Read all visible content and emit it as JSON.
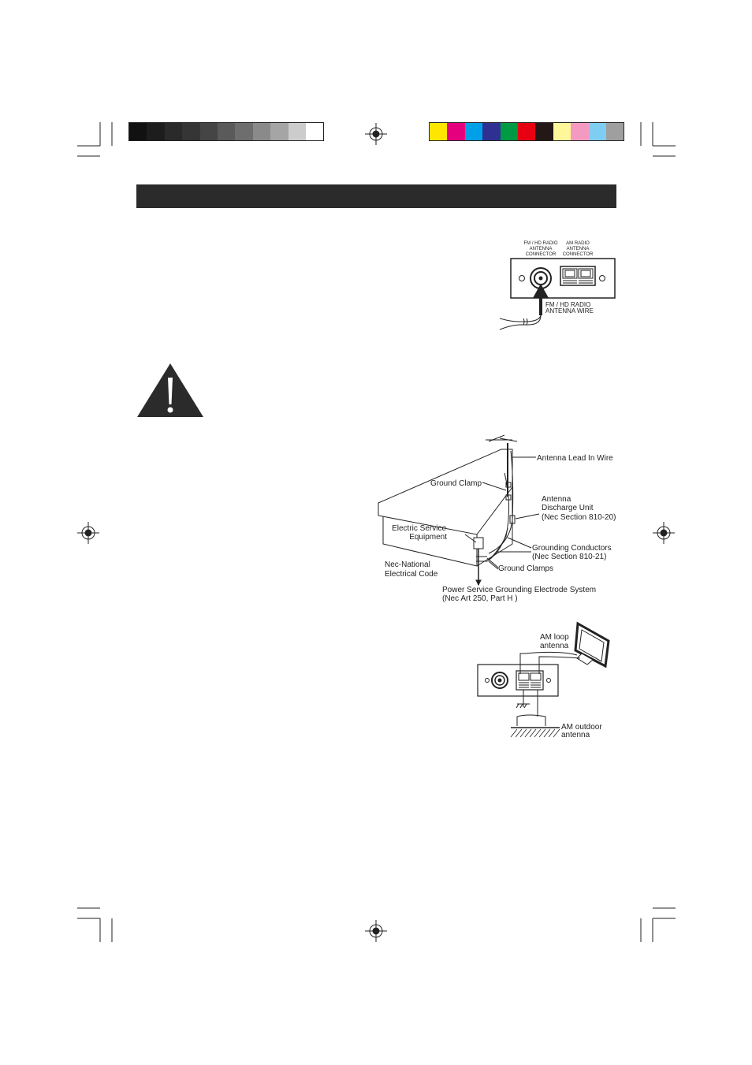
{
  "colors": {
    "gray_swatches": [
      "#111111",
      "#1d1d1d",
      "#2a2a2a",
      "#353535",
      "#454545",
      "#5a5a5a",
      "#6e6e6e",
      "#8a8a8a",
      "#a5a5a5",
      "#cccccc",
      "#ffffff"
    ],
    "color_swatches": [
      "#ffe600",
      "#e5007e",
      "#00a0e9",
      "#2e3192",
      "#009944",
      "#e60012",
      "#231815",
      "#fff799",
      "#f49ac1",
      "#7ecef4",
      "#9f9fa0"
    ],
    "header_bar": "#2b2b2b"
  },
  "fm_diagram": {
    "fm_connector_label": [
      "FM / HD RADIO",
      "ANTENNA",
      "CONNECTOR"
    ],
    "am_connector_label": [
      "AM RADIO",
      "ANTENNA",
      "CONNECTOR"
    ],
    "wire_label": [
      "FM / HD RADIO",
      "ANTENNA WIRE"
    ]
  },
  "grounding_diagram": {
    "antenna_lead": "Antenna Lead In Wire",
    "ground_clamp": "Ground Clamp",
    "discharge_unit": [
      "Antenna",
      "Discharge Unit",
      "(Nec Section 810-20)"
    ],
    "electric_service": [
      "Electric Service",
      "Equipment"
    ],
    "grounding_conductors": [
      "Grounding Conductors",
      "(Nec Section 810-21)"
    ],
    "nec": [
      "Nec-National",
      "Electrical Code"
    ],
    "ground_clamps": "Ground Clamps",
    "power_service": [
      "Power Service Grounding Electrode System",
      "(Nec Art 250, Part H )"
    ]
  },
  "am_diagram": {
    "loop_label": [
      "AM loop",
      "antenna"
    ],
    "outdoor_label": [
      "AM outdoor",
      "antenna"
    ]
  }
}
